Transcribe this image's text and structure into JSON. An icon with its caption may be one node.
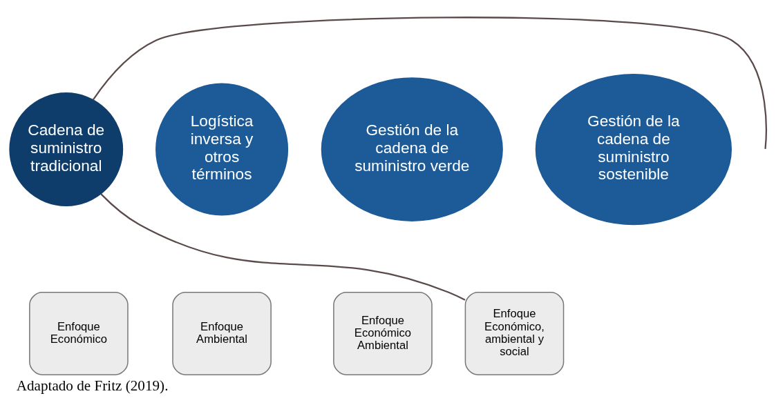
{
  "diagram": {
    "caption": "Adaptado de Fritz (2019).",
    "nodes": [
      {
        "text": [
          "Cadena de suministro tradicional"
        ]
      },
      {
        "text": [
          "Logística inversa y otros términos"
        ]
      },
      {
        "text": [
          "Gestión de la cadena de suministro verde"
        ]
      },
      {
        "text": [
          "Gestión de la cadena de suministro sostenible"
        ]
      },
      {
        "text": [
          "Enfoque Económico"
        ]
      },
      {
        "text": [
          "Enfoque Ambiental"
        ]
      },
      {
        "text": [
          "Enfoque Económico Ambiental"
        ]
      },
      {
        "text": [
          "Enfoque Económico, ambiental y social"
        ]
      }
    ],
    "edges": [
      {
        "from": 0,
        "to": null,
        "arrow": "none"
      },
      {
        "from": 0,
        "to": 7,
        "arrow": "none"
      }
    ]
  }
}
